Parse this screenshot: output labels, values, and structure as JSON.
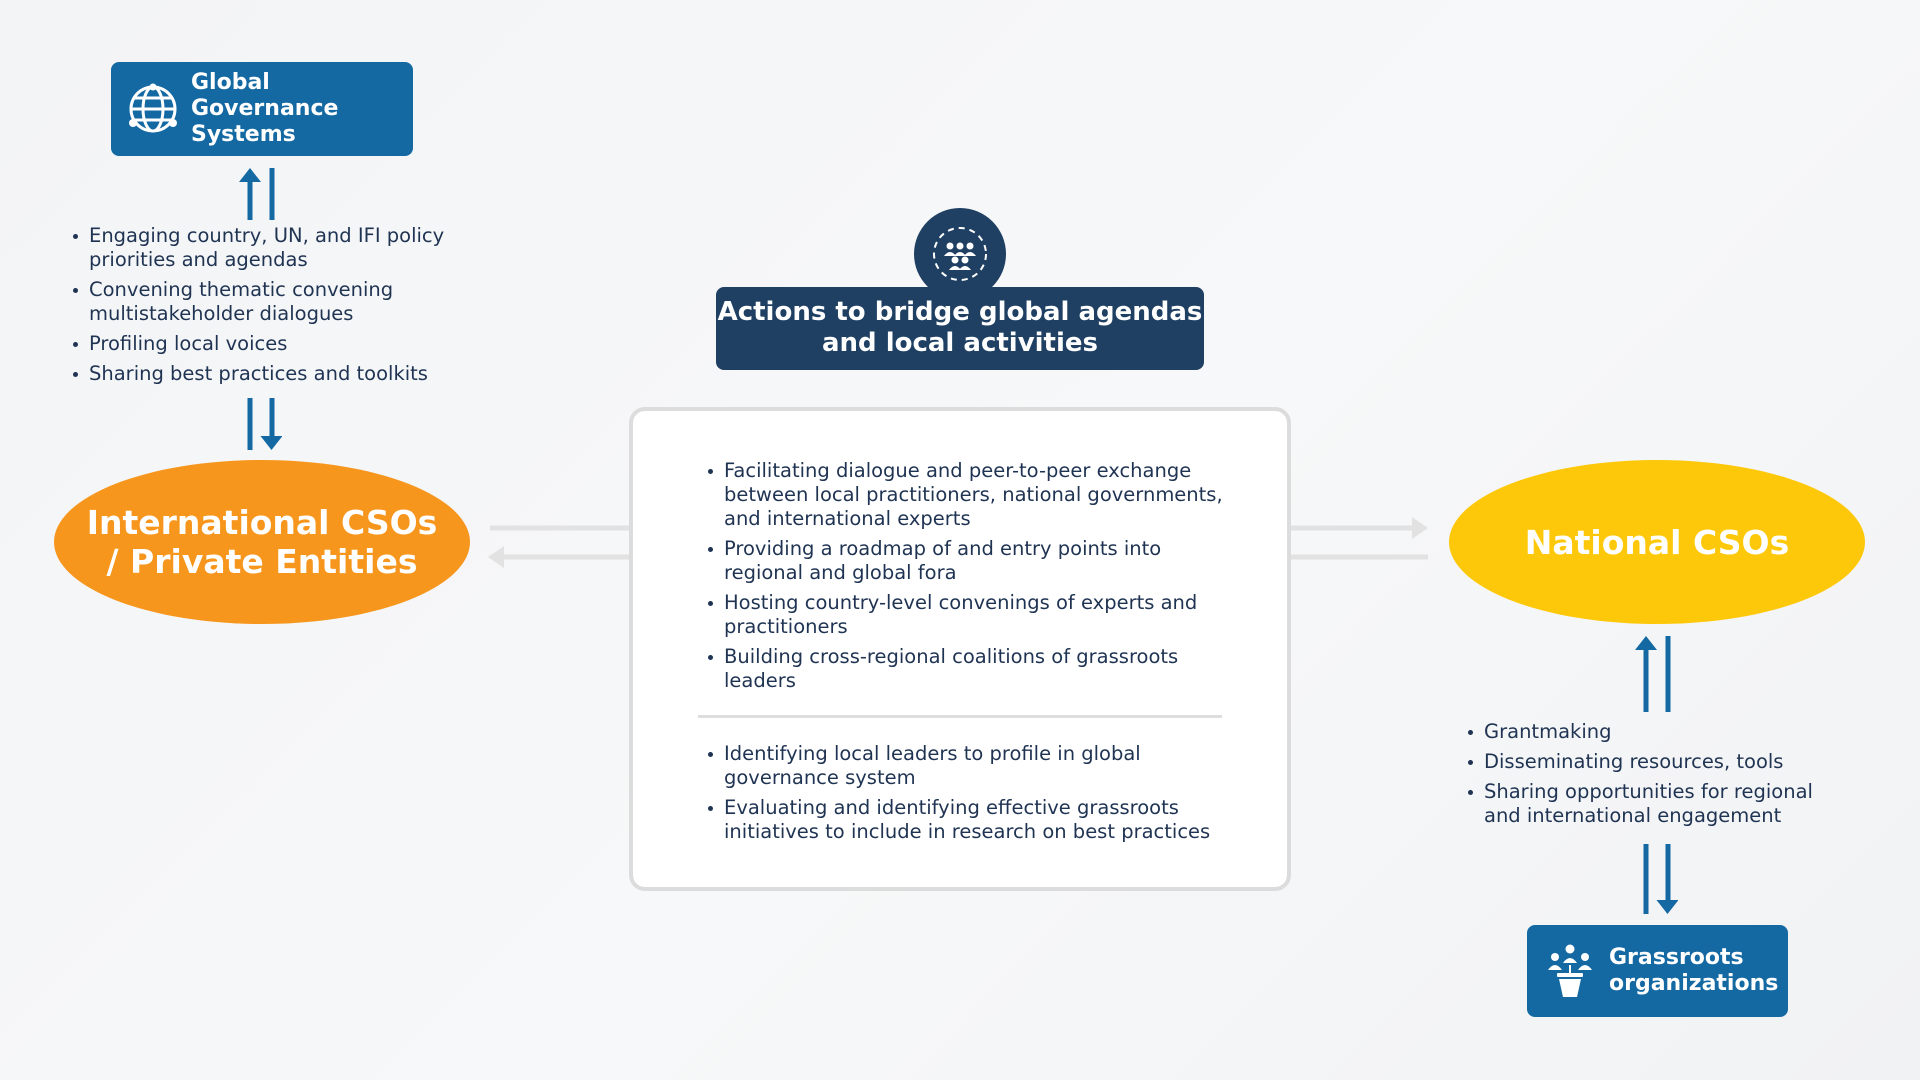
{
  "global_governance": {
    "title_line1": "Global Governance",
    "title_line2": "Systems",
    "icon": "globe-network-icon"
  },
  "left_bullets": [
    "Engaging country, UN, and IFI policy priorities and agendas",
    "Convening thematic convening multistakeholder dialogues",
    "Profiling local voices",
    "Sharing best practices and toolkits"
  ],
  "international_csos": {
    "line1": "International CSOs",
    "line2": "/ Private Entities"
  },
  "actions": {
    "icon": "people-network-icon",
    "line1": "Actions to bridge global agendas",
    "line2": "and local activities"
  },
  "center_bullets_top": [
    "Facilitating dialogue and peer-to-peer exchange between local practitioners, national governments, and international experts",
    "Providing a roadmap of and entry points into regional and global fora",
    "Hosting country-level convenings of experts and practitioners",
    "Building cross-regional coalitions of grassroots leaders"
  ],
  "center_bullets_bottom": [
    "Identifying local leaders to profile in global governance system",
    "Evaluating and identifying effective grassroots initiatives to include in research on best practices"
  ],
  "national_csos": {
    "label": "National CSOs"
  },
  "right_bullets": [
    "Grantmaking",
    "Disseminating resources, tools",
    "Sharing opportunities for regional and international engagement"
  ],
  "grassroots": {
    "title_line1": "Grassroots",
    "title_line2": "organizations",
    "icon": "community-group-icon"
  },
  "colors": {
    "blue": "#1469a3",
    "navy": "#1f4063",
    "orange": "#f7961d",
    "yellow": "#fec80a",
    "arrow_gray": "#e2e2e2"
  }
}
